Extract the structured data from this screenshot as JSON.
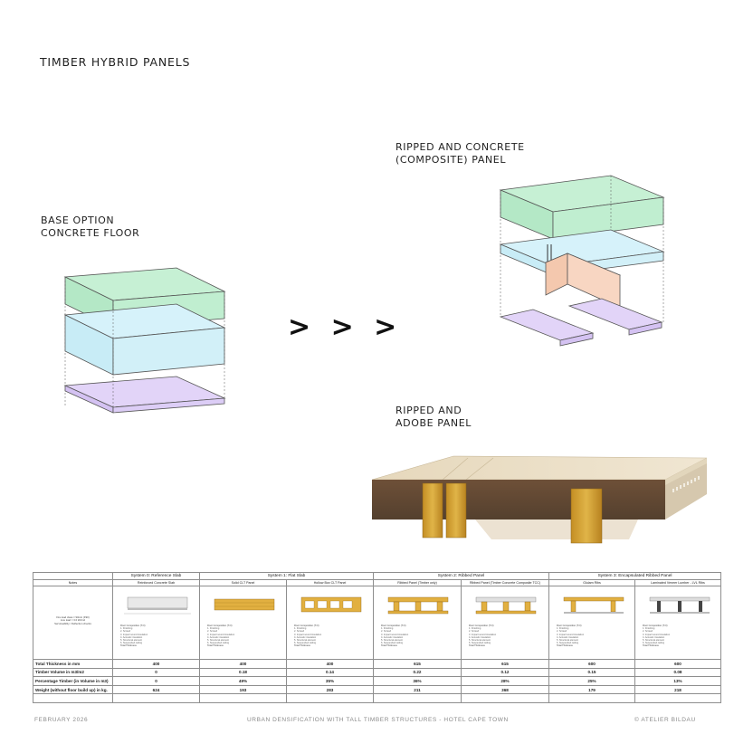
{
  "page_title": "TIMBER HYBRID PANELS",
  "base_option": {
    "line1": "BASE OPTION",
    "line2": "CONCRETE FLOOR"
  },
  "arrows": "> > >",
  "composite": {
    "line1": "RIPPED AND CONCRETE",
    "line2": "(COMPOSITE) PANEL"
  },
  "adobe": {
    "line1": "RIPPED AND",
    "line2": "ADOBE PANEL"
  },
  "colors": {
    "green_layer": "#c6f0d4",
    "blue_layer": "#d2f0f8",
    "purple_layer": "#e2d4f8",
    "orange_beam": "#f8d6c2",
    "timber": "#d8a838",
    "adobe_earth": "#7a5a3c",
    "plaster_top": "#e8dcc4"
  },
  "table": {
    "system_headers": [
      {
        "label": "System 0: Reference Slab"
      },
      {
        "label": "System 1: Flat Slab"
      },
      {
        "label": "System 2: Ribbed Panel"
      },
      {
        "label": "System 3: Encapsulated Ribbed Panel"
      }
    ],
    "sub_headers": [
      "Notes",
      "Reinforced Concrete Slab",
      "Solid CLT Panel",
      "Hollow Box CLT Panel",
      "Ribbed Panel (Timber only)",
      "Ribbed Panel (Timber Concrete Composite TCC)",
      "Glulam Ribs",
      "Laminated Veneer Lumber - LVL Ribs"
    ],
    "notes_text": [
      "Fire load class = 90min (F90)",
      "Live load = 3.0 kN/m2",
      "Serviceability / Deflection checks"
    ],
    "spec_title": "Floor Composition (T.O)",
    "spec_lines": [
      "1. Finishing",
      "2. Screed",
      "3. Impact sound insulation",
      "4. Acoustic insulation",
      "5. Structural element",
      "6. Suspended ceiling"
    ],
    "spec_total": "Total Thickness",
    "rows": [
      {
        "label": "Total Thickness in mm",
        "values": [
          "400",
          "400",
          "400",
          "615",
          "615",
          "600",
          "600"
        ]
      },
      {
        "label": "Timber Volume in m3/m2",
        "values": [
          "0",
          "0.18",
          "0.14",
          "0.22",
          "0.12",
          "0.15",
          "0.08"
        ]
      },
      {
        "label": "Percentage Timber (in Volume in m3)",
        "values": [
          "0",
          "49%",
          "35%",
          "36%",
          "28%",
          "25%",
          "13%"
        ]
      },
      {
        "label": "Weight (without floor build up) in kg.",
        "values": [
          "624",
          "193",
          "283",
          "211",
          "368",
          "179",
          "218"
        ]
      }
    ]
  },
  "footer": {
    "date": "FEBRUARY 2026",
    "project": "URBAN DENSIFICATION WITH TALL TIMBER STRUCTURES - HOTEL CAPE TOWN",
    "credit": "© ATELIER BILDAU"
  }
}
